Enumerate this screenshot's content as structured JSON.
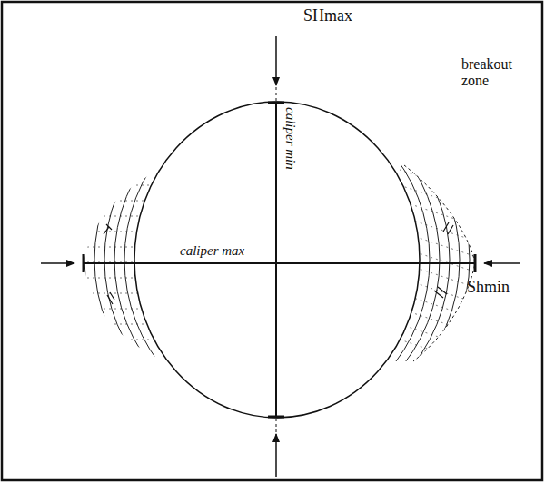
{
  "diagram": {
    "labels": [
      "SHmax",
      "breakout zone",
      "caliper min",
      "caliper max",
      "Shmin"
    ]
  }
}
